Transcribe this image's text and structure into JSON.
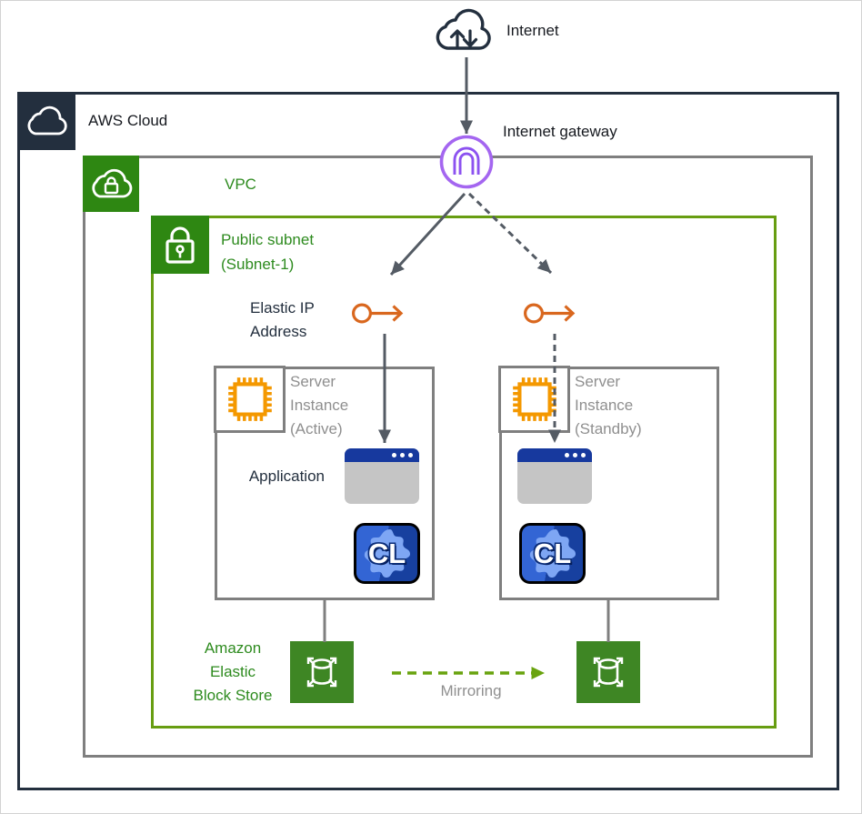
{
  "nodes": {
    "internet": {
      "label": "Internet"
    },
    "aws_cloud": {
      "label": "AWS Cloud"
    },
    "internet_gateway": {
      "label": "Internet gateway"
    },
    "vpc": {
      "label": "VPC"
    },
    "public_subnet": {
      "line1": "Public subnet",
      "line2": "(Subnet-1)"
    },
    "elastic_ip": {
      "line1": "Elastic IP",
      "line2": "Address"
    },
    "server_active": {
      "line1": "Server",
      "line2": "Instance",
      "line3": "(Active)"
    },
    "server_standby": {
      "line1": "Server",
      "line2": "Instance",
      "line3": "(Standby)"
    },
    "application": {
      "label": "Application"
    },
    "cl_badge_active": {
      "text": "CL"
    },
    "cl_badge_standby": {
      "text": "CL"
    },
    "ebs": {
      "line1": "Amazon",
      "line2": "Elastic",
      "line3": "Block Store"
    },
    "mirroring": {
      "label": "Mirroring"
    }
  },
  "colors": {
    "aws_navy": "#232F3E",
    "icon_green": "#2E8712",
    "ebs_green": "#3E8624",
    "text_green": "#2E8B1F",
    "subnet_border_green": "#679D11",
    "box_border_gray": "#7F7F7F",
    "label_gray": "#8F8F8F",
    "arrow_slate": "#545B64",
    "eip_orange": "#D9671E",
    "chip_orange": "#F49800",
    "gateway_purple": "#9B5BF0",
    "app_titlebar_blue": "#17399E",
    "mirroring_green": "#69A30E"
  }
}
